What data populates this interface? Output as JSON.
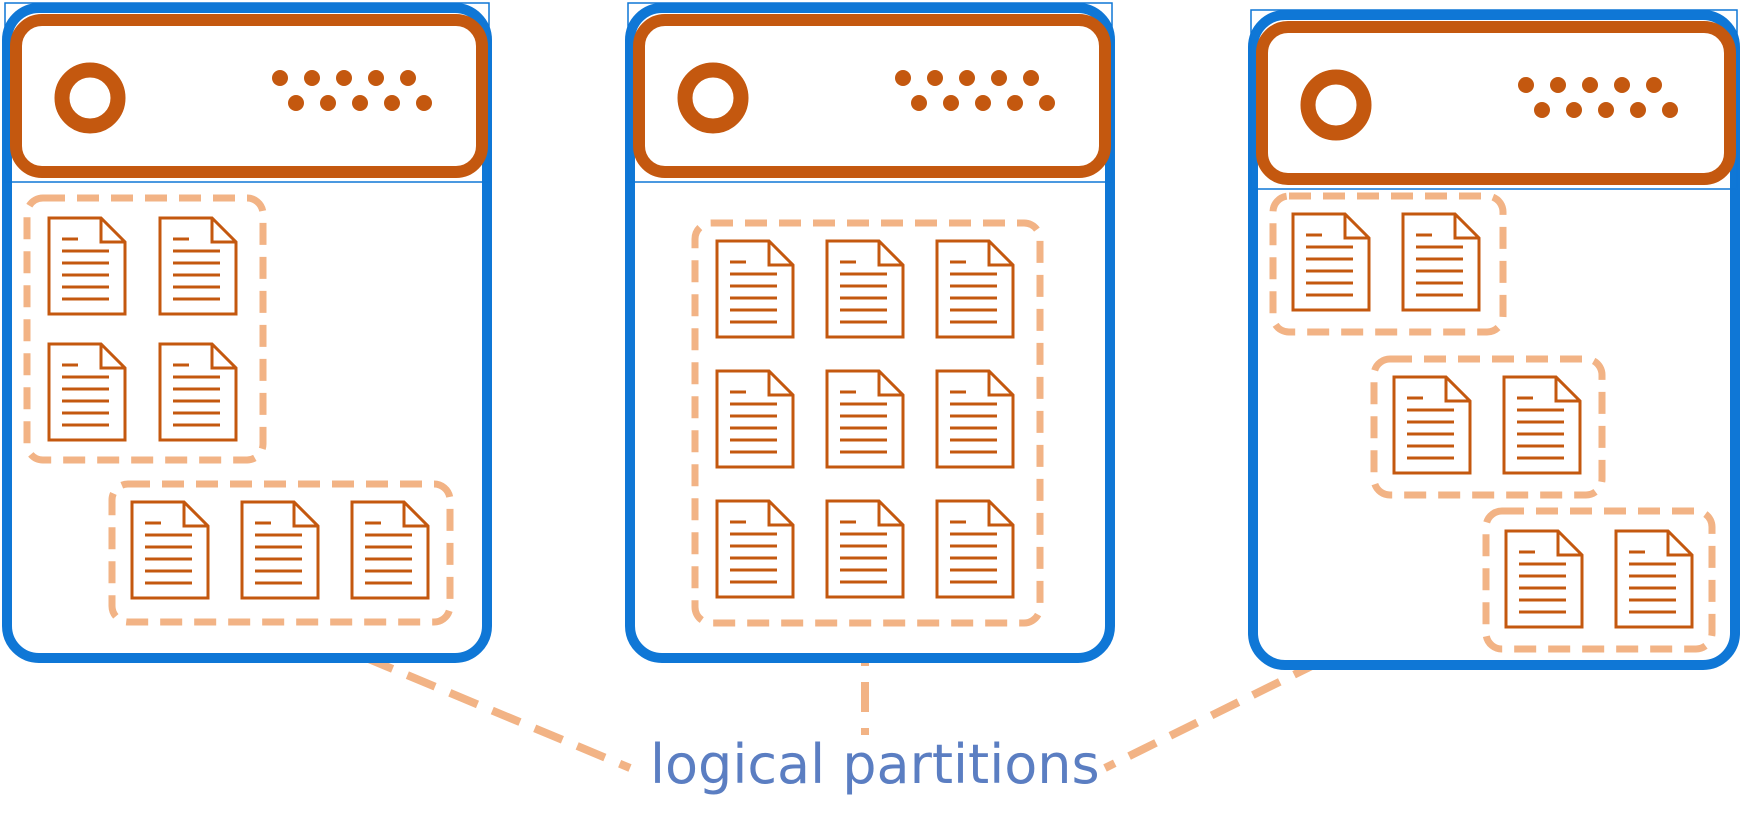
{
  "colors": {
    "server_outline": "#0f77d6",
    "device_orange": "#c4580f",
    "partition_dash": "#f2b385",
    "caption_text": "#5b7ec2",
    "background": "#ffffff"
  },
  "caption": "logical partitions",
  "servers": [
    {
      "name": "server-left",
      "partitions": [
        {
          "documents": 4
        },
        {
          "documents": 3
        }
      ]
    },
    {
      "name": "server-middle",
      "partitions": [
        {
          "documents": 9
        }
      ]
    },
    {
      "name": "server-right",
      "partitions": [
        {
          "documents": 2
        },
        {
          "documents": 2
        },
        {
          "documents": 2
        }
      ]
    }
  ],
  "icons": {
    "device_panel": "server-device-icon",
    "document": "document-icon"
  }
}
